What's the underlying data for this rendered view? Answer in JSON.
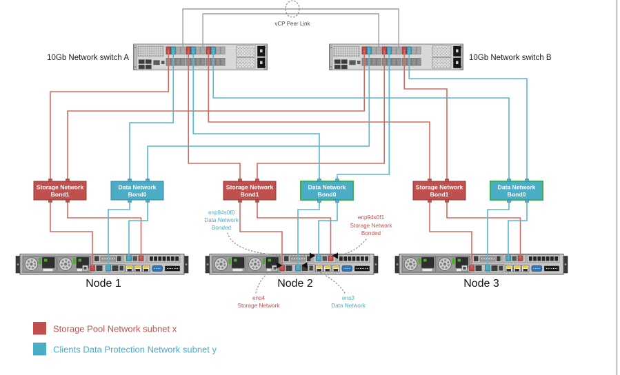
{
  "colors": {
    "storage_red": "#C0504D",
    "storage_red_dark": "#953735",
    "data_teal": "#4BACC6",
    "data_teal_dark": "#31859C",
    "wire_red": "#D2685F",
    "wire_teal": "#55B7D5",
    "bond_green": "#3FB049"
  },
  "switches": {
    "a_label": "10Gb Network switch A",
    "b_label": "10Gb Network switch B",
    "peer_link_label": "vCP Peer Link"
  },
  "bonds": {
    "storage_label": "Storage Network",
    "storage_sub": "Bond1",
    "data_label": "Data Network",
    "data_sub": "Bond0"
  },
  "nodes": [
    {
      "label": "Node 1"
    },
    {
      "label": "Node 2"
    },
    {
      "label": "Node 3"
    }
  ],
  "annotations": {
    "enp0": {
      "l1": "enp94s0f0",
      "l2": "Data Network",
      "l3": "Bonded"
    },
    "enp1": {
      "l1": "enp94s0f1",
      "l2": "Storage Network",
      "l3": "Bonded"
    },
    "eno4": {
      "l1": "eno4",
      "l2": "Storage Network"
    },
    "eno3": {
      "l1": "eno3",
      "l2": "Data Network"
    }
  },
  "legend": {
    "storage": "Storage Pool Network subnet x",
    "clients": "Clients Data Protection Network subnet y"
  }
}
